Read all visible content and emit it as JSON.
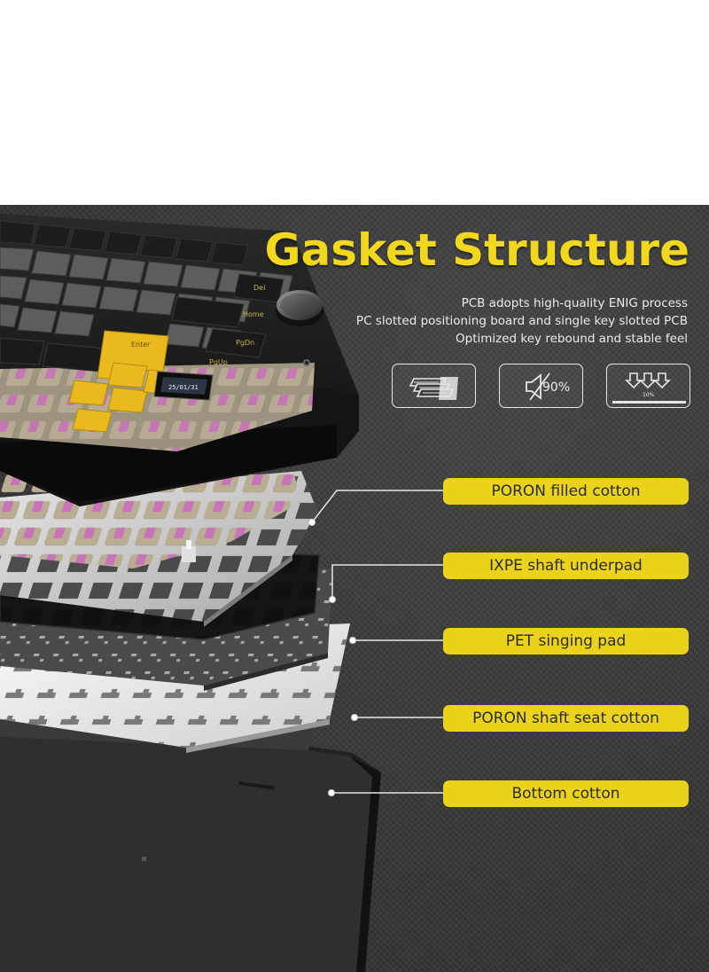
{
  "title": "Gasket Structure",
  "description": [
    "PCB adopts high-quality ENIG process",
    "PC slotted positioning board and single key slotted PCB",
    "Optimized key rebound and stable feel"
  ],
  "features": [
    {
      "icon": "stacked-plates-icon",
      "label": ""
    },
    {
      "icon": "muted-speaker-icon",
      "label": "90%"
    },
    {
      "icon": "rebound-arrows-icon",
      "label": "10%"
    }
  ],
  "keycaps": {
    "enter": "Enter",
    "pgup": "PgUp",
    "pgdn": "PgDn",
    "del": "Del",
    "home": "Home"
  },
  "screen_text": "25/01/31",
  "layers": [
    "PORON filled cotton",
    "IXPE shaft underpad",
    "PET singing pad",
    "PORON shaft seat cotton",
    "Bottom cotton"
  ],
  "colors": {
    "accent_yellow": "#ead31a",
    "title_yellow": "#f1d81f",
    "background": "#3b3b3b",
    "keycap_black": "#1c1c1c",
    "keycap_grey": "#5b5b5b",
    "switch_pink": "#c874b8"
  }
}
